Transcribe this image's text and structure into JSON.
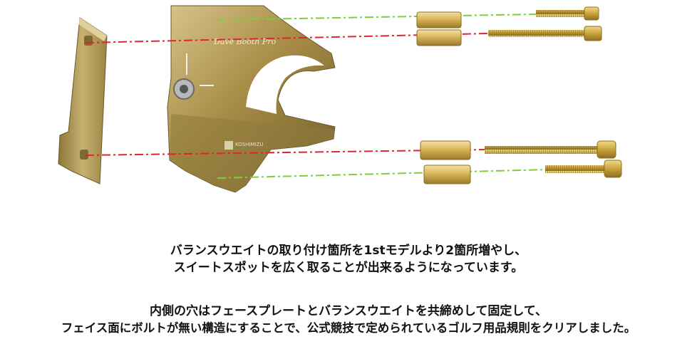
{
  "engraving": {
    "signature": "Dave Booth Pro",
    "brand": "KOSHIMIZU"
  },
  "colors": {
    "green_guide": "#7ccf3a",
    "red_guide": "#e0252d",
    "brass": "#b49a55",
    "brass_dark": "#7d6a33",
    "gold_bolt": "#c9a43c",
    "text": "#111111"
  },
  "captions": {
    "paragraph1": {
      "line1": "バランスウエイトの取り付け箇所を1stモデルより2箇所増やし、",
      "line2": "スイートスポットを広く取ることが出来るようになっています。"
    },
    "paragraph2": {
      "line1": "内側の穴はフェースプレートとバランスウエイトを共締めして固定して、",
      "line2": "フェイス面にボルトが無い構造にすることで、公式競技で定められているゴルフ用品規則をクリアしました。"
    }
  }
}
